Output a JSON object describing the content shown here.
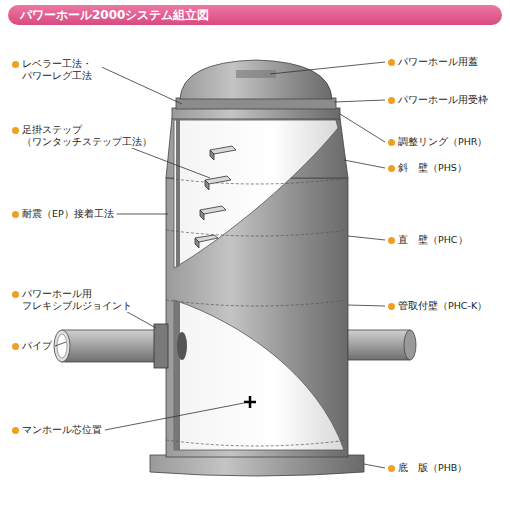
{
  "diagram": {
    "title": "パワーホール2000システム組立図",
    "labels": [
      "レベラー工法・ パワーレグ工法",
      "足掛ステップ （ワンタッチステップ工法）",
      "耐震（EP）接着工法",
      "パワーホール用 フレキシブルジョイント",
      "パイプ",
      "マンホール芯位置",
      "パワーホール用蓋",
      "パワーホール用受枠",
      "調整リング（PHR）",
      "斜　壁（PHS）",
      "直　壁（PHC）",
      "管取付壁（PHC-K）",
      "底　版（PHB）"
    ]
  }
}
